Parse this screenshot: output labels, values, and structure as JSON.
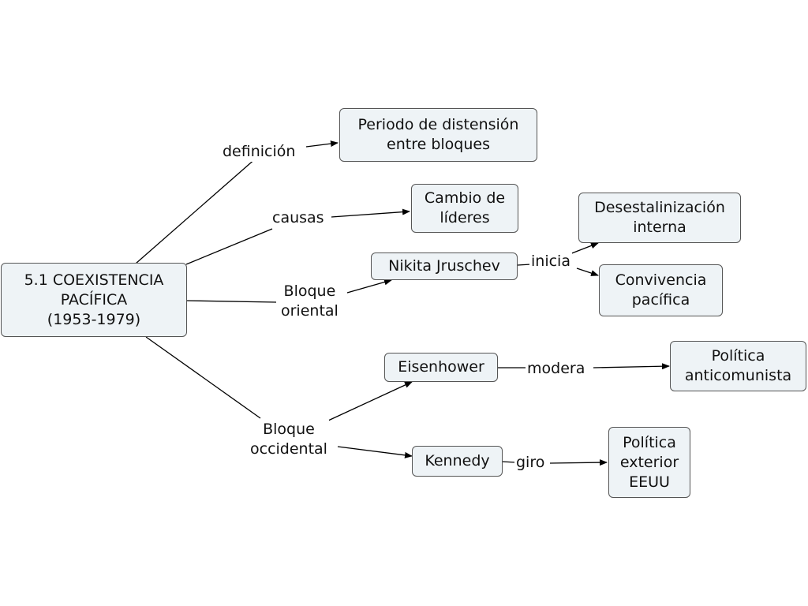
{
  "concept_map": {
    "root": {
      "lines": [
        "5.1 COEXISTENCIA",
        "PACÍFICA",
        "(1953-1979)"
      ]
    },
    "concepts": {
      "periodo": {
        "lines": [
          "Periodo de distensión",
          "entre bloques"
        ]
      },
      "cambio": {
        "lines": [
          "Cambio de",
          "líderes"
        ]
      },
      "nikita": {
        "lines": [
          "Nikita Jruschev"
        ]
      },
      "desestalinizacion": {
        "lines": [
          "Desestalinización",
          "interna"
        ]
      },
      "convivencia": {
        "lines": [
          "Convivencia",
          "pacífica"
        ]
      },
      "eisenhower": {
        "lines": [
          "Eisenhower"
        ]
      },
      "politica_anticomunista": {
        "lines": [
          "Política",
          "anticomunista"
        ]
      },
      "kennedy": {
        "lines": [
          "Kennedy"
        ]
      },
      "politica_exterior": {
        "lines": [
          "Política",
          "exterior",
          "EEUU"
        ]
      }
    },
    "links": {
      "definicion": {
        "lines": [
          "definición"
        ]
      },
      "causas": {
        "lines": [
          "causas"
        ]
      },
      "bloque_oriental": {
        "lines": [
          "Bloque",
          "oriental"
        ]
      },
      "inicia": {
        "lines": [
          "inicia"
        ]
      },
      "bloque_occidental": {
        "lines": [
          "Bloque",
          "occidental"
        ]
      },
      "modera": {
        "lines": [
          "modera"
        ]
      },
      "giro": {
        "lines": [
          "giro"
        ]
      }
    },
    "line_color": "#000000",
    "node_fill": "#eef3f6",
    "node_border": "#555555"
  }
}
